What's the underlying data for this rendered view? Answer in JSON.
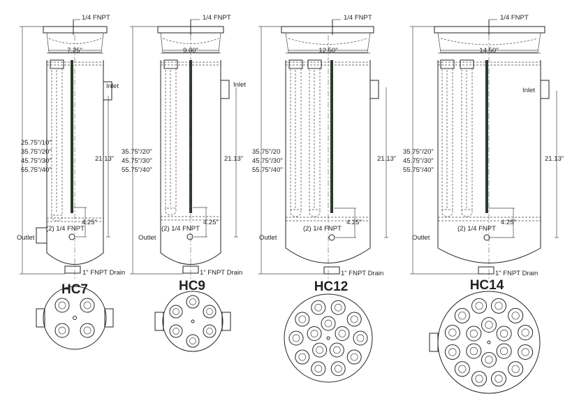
{
  "labels": {
    "fnpt_top": "1/4 FNPT",
    "inlet": "Inlet",
    "outlet": "Outlet",
    "gauge_ports": "(2) 1/4 FNPT",
    "drain": "1\" FNPT Drain",
    "dim_height": "21.13\"",
    "dim_bottom": "4.25\""
  },
  "models": [
    {
      "name": "HC7",
      "diameter": "7.25\"",
      "lengths": [
        "25.75\"/10\"",
        "35.75\"/20\"",
        "45.75\"/30\"",
        "55.75\"/40\""
      ]
    },
    {
      "name": "HC9",
      "diameter": "9.00\"",
      "lengths": [
        "35.75\"/20\"",
        "45.75\"/30\"",
        "55.75\"/40\""
      ]
    },
    {
      "name": "HC12",
      "diameter": "12.50\"",
      "lengths": [
        "35.75\"/20",
        "45.75\"/30\"",
        "55.75\"/40\""
      ]
    },
    {
      "name": "HC14",
      "diameter": "14.50\"",
      "lengths": [
        "35.75\"/20\"",
        "45.75\"/30\"",
        "55.75\"/40\""
      ]
    }
  ]
}
